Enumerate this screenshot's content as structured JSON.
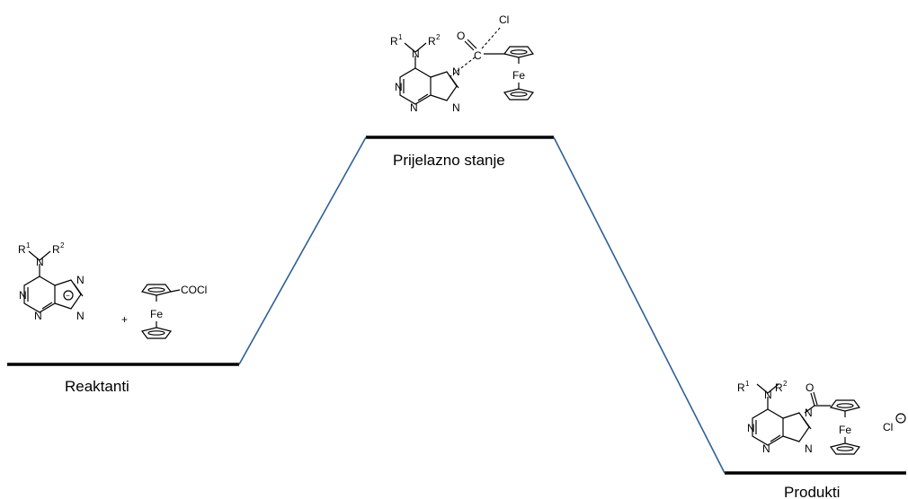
{
  "states": {
    "reactants": {
      "label": "Reaktanti"
    },
    "transition": {
      "label": "Prijelazno stanje"
    },
    "products": {
      "label": "Produkti"
    }
  },
  "molecule_labels": {
    "r1": "R",
    "r2": "R",
    "sup1": "1",
    "sup2": "2",
    "n": "N",
    "fe": "Fe",
    "c": "C",
    "o": "O",
    "cl": "Cl",
    "cocl": "COCl",
    "plus": "+",
    "anion": "−"
  },
  "colors": {
    "connector": "#2f5f96",
    "level": "#000000"
  }
}
